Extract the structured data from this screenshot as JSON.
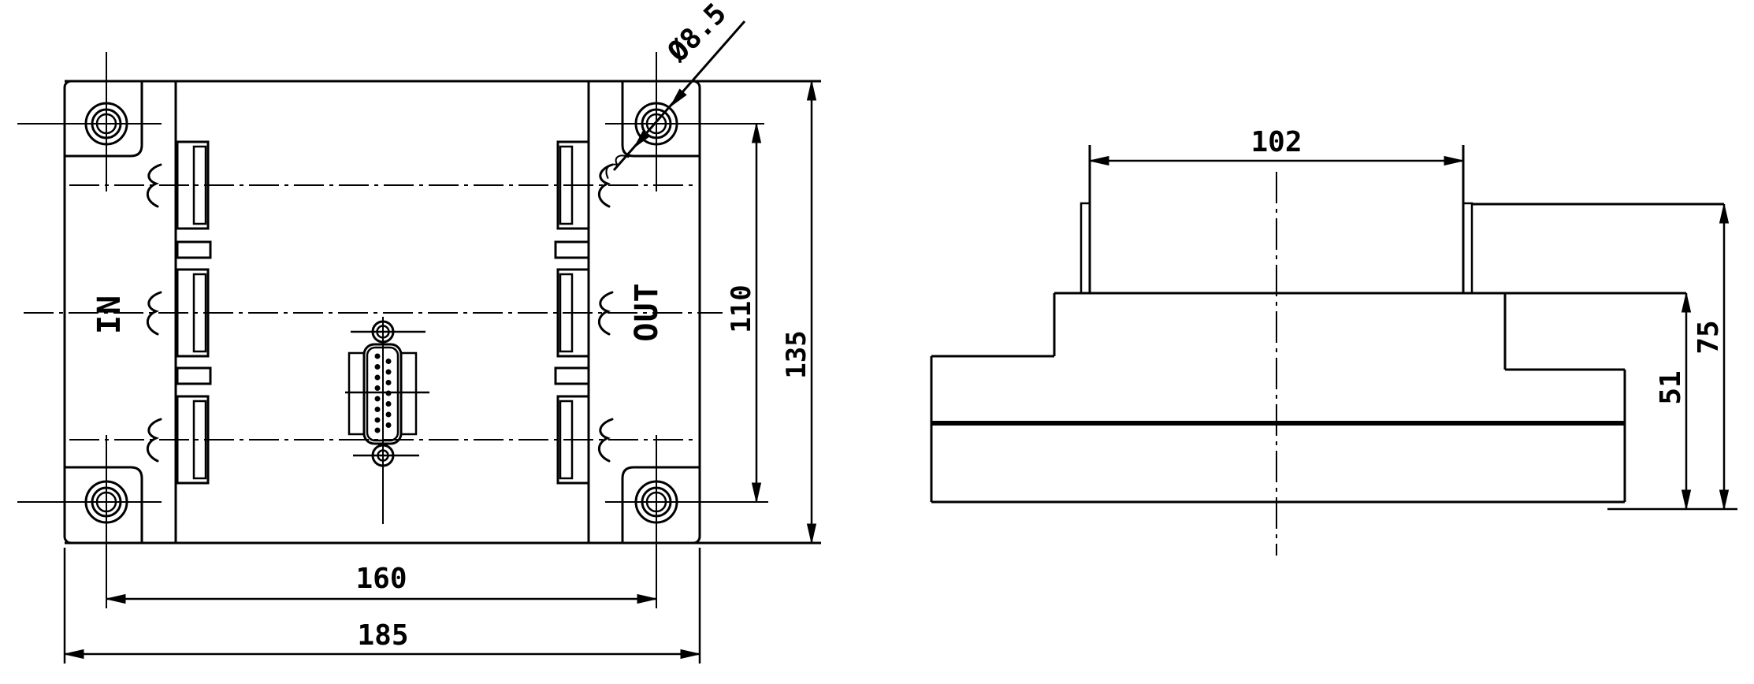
{
  "front_view": {
    "labels": {
      "in": "IN",
      "out": "OUT"
    },
    "dims": {
      "hole_diameter": "Ø8.5",
      "hole_row_spacing": "110",
      "overall_height": "135",
      "hole_col_spacing": "160",
      "overall_width": "185"
    }
  },
  "side_view": {
    "dims": {
      "top_width": "102",
      "overall_height": "75",
      "step_height": "51"
    }
  },
  "colors": {
    "line": "#000000",
    "background": "#ffffff"
  }
}
